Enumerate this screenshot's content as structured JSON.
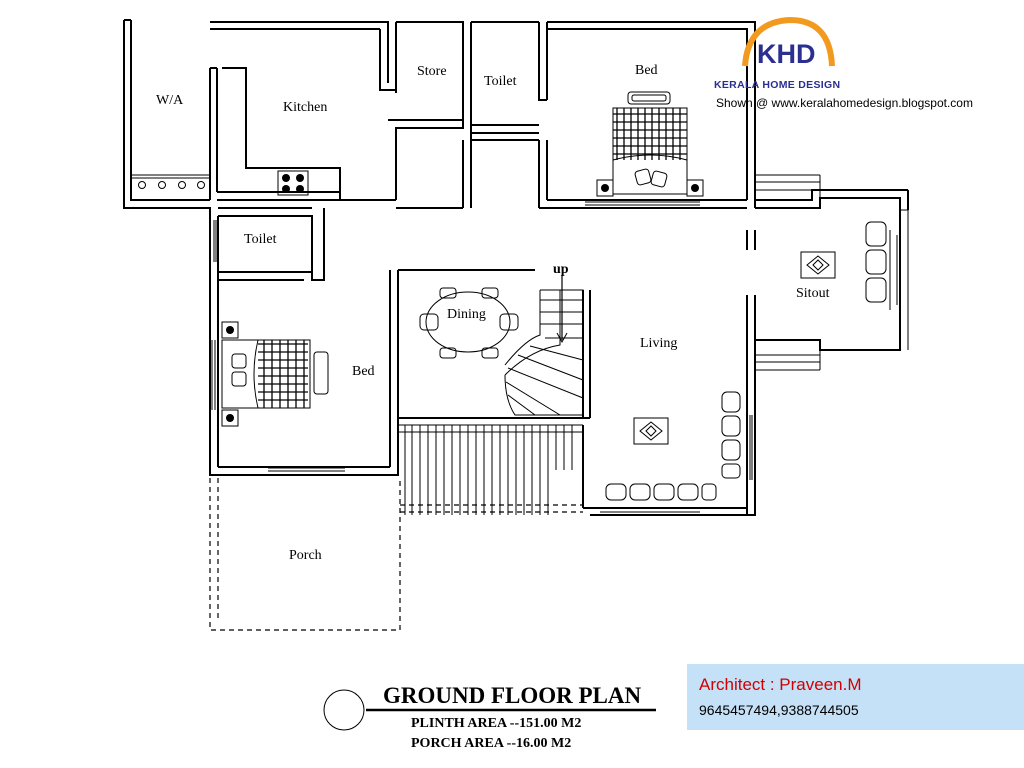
{
  "logo": {
    "brand": "KHD",
    "subtitle": "KERALA HOME DESIGN",
    "brand_color": "#2b2f8f",
    "swoosh_color": "#f29a1f"
  },
  "shown_at": "Shown @  www.keralahomedesign.blogspot.com",
  "rooms": {
    "wa": "W/A",
    "kitchen": "Kitchen",
    "store": "Store",
    "toilet_top": "Toilet",
    "bed_top": "Bed",
    "toilet_left": "Toilet",
    "dining": "Dining",
    "up": "up",
    "living": "Living",
    "sitout": "Sitout",
    "bed_left": "Bed",
    "porch": "Porch"
  },
  "title_block": {
    "title": "GROUND FLOOR PLAN",
    "plinth": "PLINTH  AREA --151.00 M2",
    "porch": "PORCH   AREA --16.00 M2"
  },
  "architect": {
    "name": "Architect : Praveen.M",
    "phone": "9645457494,9388744505",
    "name_color": "#d20000",
    "box_color": "#c5e1f7"
  }
}
